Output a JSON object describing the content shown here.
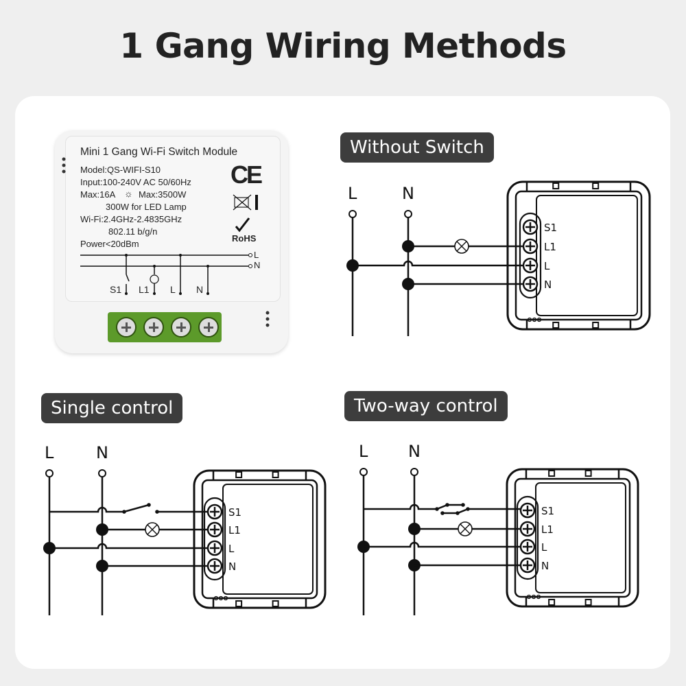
{
  "title": "1 Gang Wiring Methods",
  "module": {
    "name": "Mini 1 Gang Wi-Fi Switch Module",
    "model": "Model:QS-WIFI-S10",
    "input": "Input:100-240V AC  50/60Hz",
    "max": "Max:16A",
    "max_power": "Max:3500W",
    "led": "300W for LED Lamp",
    "wifi": "Wi-Fi:2.4GHz-2.4835GHz",
    "standard": "802.11 b/g/n",
    "power": "Power<20dBm",
    "ce": "CE",
    "rohs": "RoHS",
    "schematic": {
      "L": "L",
      "N": "N",
      "S1": "S1",
      "L1": "L1",
      "tL": "L",
      "tN": "N"
    }
  },
  "sections": {
    "without_switch": "Without Switch",
    "single_control": "Single control",
    "two_way_control": "Two-way control"
  },
  "lines": {
    "L": "L",
    "N": "N"
  },
  "terminals": [
    "S1",
    "L1",
    "L",
    "N"
  ]
}
